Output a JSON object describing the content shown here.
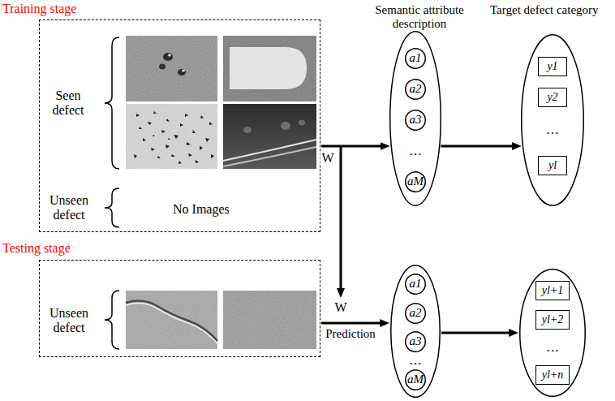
{
  "diagram": {
    "nodes": [
      {
        "text": [
          "Training stage",
          "Seen defect",
          "Unseen defect",
          "No Images"
        ]
      },
      {
        "text": [
          "…"
        ]
      },
      {
        "text": [
          "a1"
        ],
        "in": 1
      },
      {
        "text": [
          "a2"
        ],
        "in": 1
      },
      {
        "text": [
          "a3"
        ],
        "in": 1
      },
      {
        "text": [
          "aM"
        ],
        "in": 1
      },
      {
        "text": [
          "…"
        ]
      },
      {
        "text": [
          "y1"
        ],
        "in": 6
      },
      {
        "text": [
          "y2"
        ],
        "in": 6
      },
      {
        "text": [
          "yl"
        ],
        "in": 6
      },
      {
        "text": [
          "Testing stage",
          "Unseen defect"
        ]
      },
      {
        "text": [
          "…"
        ]
      },
      {
        "text": [
          "a1"
        ],
        "in": 11
      },
      {
        "text": [
          "a2"
        ],
        "in": 11
      },
      {
        "text": [
          "a3"
        ],
        "in": 11
      },
      {
        "text": [
          "aM"
        ],
        "in": 11
      },
      {
        "text": [
          "…"
        ]
      },
      {
        "text": [
          "yl+1"
        ],
        "in": 16
      },
      {
        "text": [
          "yl+2"
        ],
        "in": 16
      },
      {
        "text": [
          "yl+n"
        ],
        "in": 16
      }
    ],
    "edges": [
      {
        "from": 0,
        "to": 1,
        "arrow": "to",
        "label": "W"
      },
      {
        "from": 1,
        "to": 6,
        "arrow": "to"
      },
      {
        "from": 10,
        "to": 11,
        "arrow": "to",
        "label": "Prediction"
      },
      {
        "from": 11,
        "to": 16,
        "arrow": "to"
      }
    ],
    "labels": [
      "Semantic attribute description",
      "Target defect category",
      "W"
    ]
  }
}
